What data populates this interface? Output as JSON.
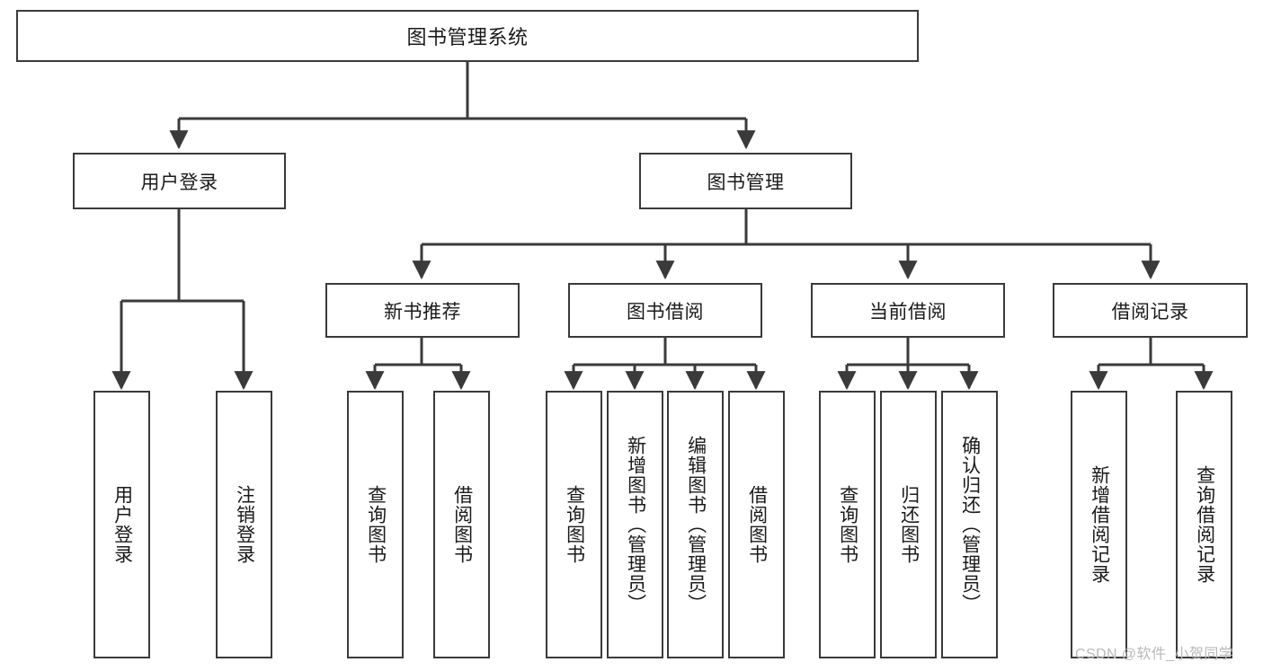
{
  "diagram": {
    "title": "图书管理系统",
    "type": "tree-hierarchy-chart",
    "colors": {
      "box_border": "#3a3a3a",
      "box_fill": "#ffffff",
      "edge": "#3a3a3a",
      "text": "#1a1a1a",
      "watermark": "#b9b9b9"
    },
    "root": {
      "label": "图书管理系统"
    },
    "level2": [
      {
        "label": "用户登录"
      },
      {
        "label": "图书管理"
      }
    ],
    "level3": [
      {
        "label": "新书推荐"
      },
      {
        "label": "图书借阅"
      },
      {
        "label": "当前借阅"
      },
      {
        "label": "借阅记录"
      }
    ],
    "leaves": {
      "user_login": [
        {
          "label": "用户登录"
        },
        {
          "label": "注销登录"
        }
      ],
      "new_book_recommend": [
        {
          "label": "查询图书"
        },
        {
          "label": "借阅图书"
        }
      ],
      "book_borrow": [
        {
          "label": "查询图书"
        },
        {
          "label": "新增图书（管理员）"
        },
        {
          "label": "编辑图书（管理员）"
        },
        {
          "label": "借阅图书"
        }
      ],
      "current_borrow": [
        {
          "label": "查询图书"
        },
        {
          "label": "归还图书"
        },
        {
          "label": "确认归还（管理员）"
        }
      ],
      "borrow_record": [
        {
          "label": "新增借阅记录"
        },
        {
          "label": "查询借阅记录"
        }
      ]
    },
    "watermark": "CSDN @软件_小贺同学"
  }
}
